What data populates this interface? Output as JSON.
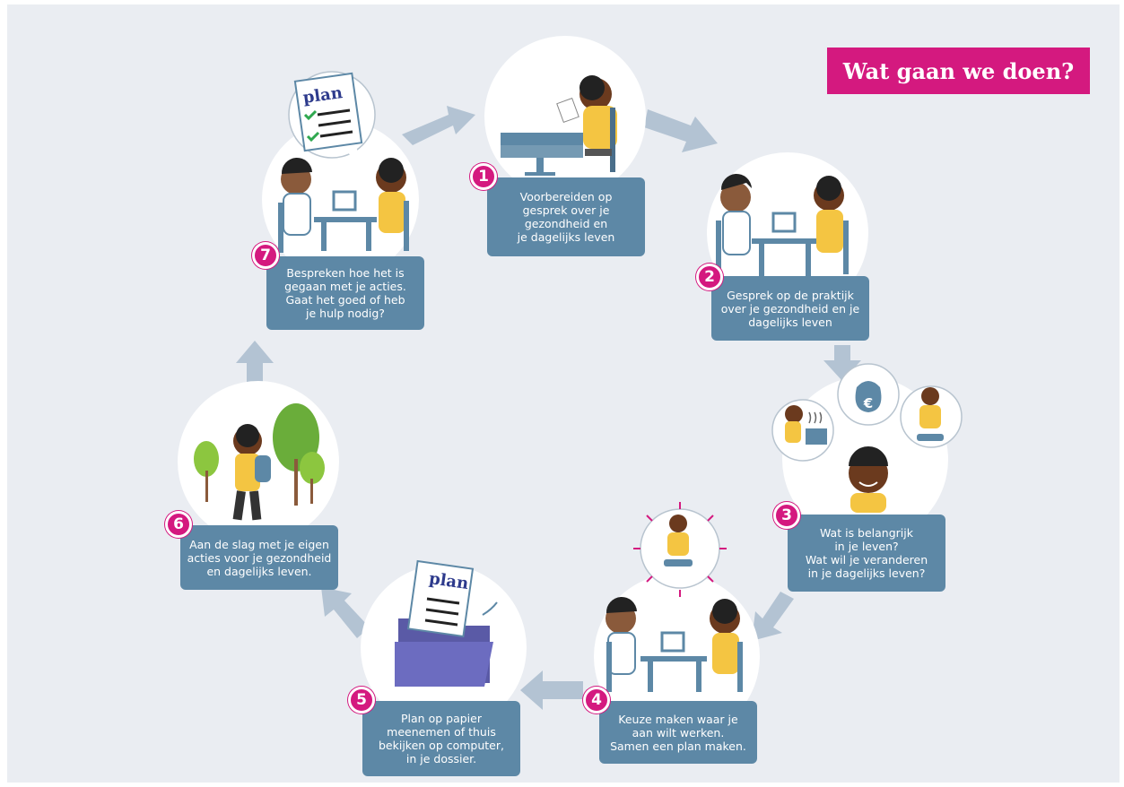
{
  "title": "Wat gaan we doen?",
  "colors": {
    "accent": "#d4197f",
    "box": "#5d88a6",
    "arrow": "#b3c3d3",
    "background": "#eaedf2"
  },
  "steps": [
    {
      "number": "1",
      "lines": [
        "Voorbereiden op",
        "gesprek over je",
        "gezondheid en",
        "je dagelijks leven"
      ],
      "icon": "person-reading-at-table-icon"
    },
    {
      "number": "2",
      "lines": [
        "Gesprek op de praktijk",
        "over je gezondheid en je",
        "dagelijks leven"
      ],
      "icon": "doctor-patient-conversation-icon"
    },
    {
      "number": "3",
      "lines": [
        "Wat is belangrijk",
        "in je leven?",
        "Wat wil je veranderen",
        "in je dagelijks leven?"
      ],
      "icon": "thinking-person-icon"
    },
    {
      "number": "4",
      "lines": [
        "Keuze maken waar je",
        "aan wilt werken.",
        "Samen een plan maken."
      ],
      "icon": "doctor-patient-plan-icon"
    },
    {
      "number": "5",
      "lines": [
        "Plan op papier",
        "meenemen of thuis",
        "bekijken op computer,",
        "in je dossier."
      ],
      "icon": "plan-folder-icon"
    },
    {
      "number": "6",
      "lines": [
        "Aan de slag met je eigen",
        "acties voor je gezondheid",
        "en dagelijks leven."
      ],
      "icon": "person-walking-icon"
    },
    {
      "number": "7",
      "lines": [
        "Bespreken hoe het is",
        "gegaan met je acties.",
        "Gaat het goed of heb",
        "je hulp nodig?"
      ],
      "icon": "doctor-patient-review-icon"
    }
  ],
  "plan_label": "plan",
  "euro_symbol": "€"
}
